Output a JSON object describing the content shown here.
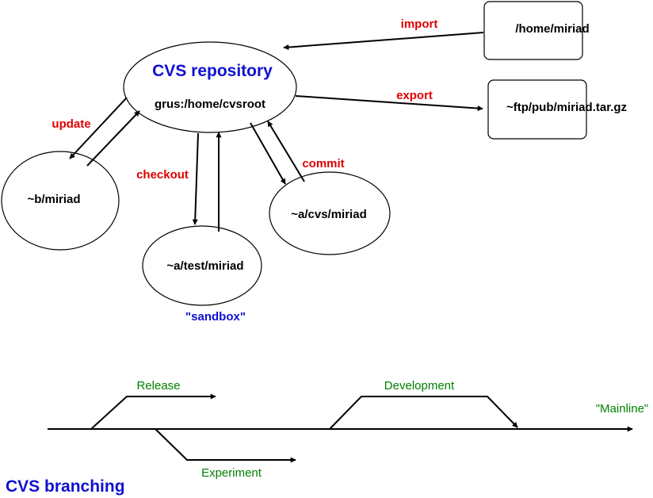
{
  "repository": {
    "title": "CVS repository",
    "path": "grus:/home/cvsroot"
  },
  "nodes": {
    "home_miriad": "/home/miriad",
    "ftp_tarball": "~ftp/pub/miriad.tar.gz",
    "b_miriad": "~b/miriad",
    "a_test_miriad": "~a/test/miriad",
    "a_cvs_miriad": "~a/cvs/miriad"
  },
  "edges": {
    "import": "import",
    "export": "export",
    "update": "update",
    "checkout": "checkout",
    "commit": "commit"
  },
  "sandbox_note": "\"sandbox\"",
  "branching": {
    "title": "CVS branching",
    "release": "Release",
    "development": "Development",
    "mainline": "\"Mainline\"",
    "experiment": "Experiment"
  },
  "colors": {
    "edge_label": "#e00000",
    "repo_title": "#1010d0",
    "branch_label": "#008000"
  }
}
